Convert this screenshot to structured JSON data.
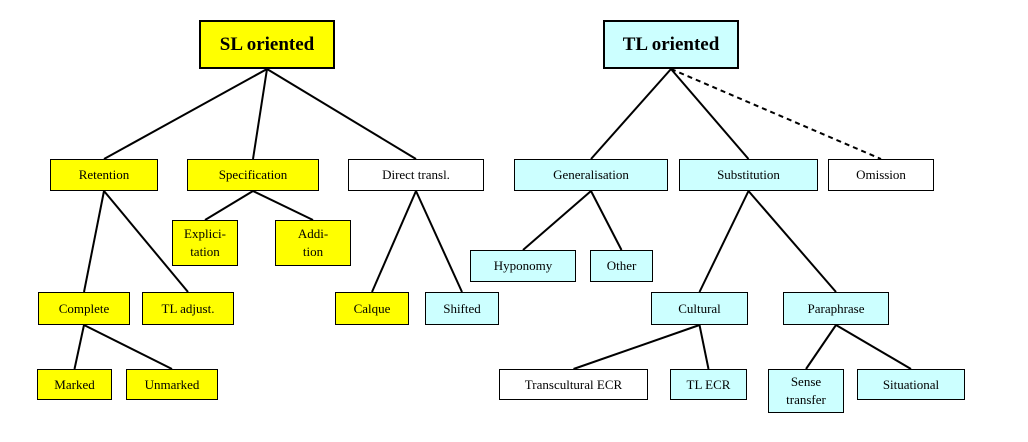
{
  "colors": {
    "sl_fill": "#ffff00",
    "tl_fill": "#ccffff",
    "plain_fill": "#ffffff",
    "line": "#000000"
  },
  "roots": {
    "sl": "SL oriented",
    "tl": "TL oriented"
  },
  "nodes": {
    "retention": "Retention",
    "specification": "Specification",
    "direct_transl": "Direct transl.",
    "explicitation": "Explici-\ntation",
    "addition": "Addi-\ntion",
    "complete": "Complete",
    "tl_adjust": "TL adjust.",
    "marked": "Marked",
    "unmarked": "Unmarked",
    "calque": "Calque",
    "shifted": "Shifted",
    "generalisation": "Generalisation",
    "substitution": "Substitution",
    "omission": "Omission",
    "hyponomy": "Hyponomy",
    "other": "Other",
    "cultural": "Cultural",
    "paraphrase": "Paraphrase",
    "transcultural_ecr": "Transcultural ECR",
    "tl_ecr": "TL ECR",
    "sense_transfer": "Sense\ntransfer",
    "situational": "Situational"
  },
  "node_styles": {
    "title-sl": "sl",
    "title-tl": "tl",
    "n-retention": "sl",
    "n-specification": "sl",
    "n-directtransl": "plain",
    "n-explicitation": "sl",
    "n-addition": "sl",
    "n-complete": "sl",
    "n-tladjust": "sl",
    "n-marked": "sl",
    "n-unmarked": "sl",
    "n-calque": "sl",
    "n-shifted": "tl",
    "n-generalisation": "tl",
    "n-substitution": "tl",
    "n-omission": "plain",
    "n-hyponomy": "tl",
    "n-other": "tl",
    "n-cultural": "tl",
    "n-paraphrase": "tl",
    "n-transcultural": "plain",
    "n-tlecr": "tl",
    "n-sensetransfer": "tl",
    "n-situational": "tl"
  },
  "edges": [
    [
      "title-sl",
      "n-retention",
      "solid"
    ],
    [
      "title-sl",
      "n-specification",
      "solid"
    ],
    [
      "title-sl",
      "n-directtransl",
      "solid"
    ],
    [
      "n-specification",
      "n-explicitation",
      "solid"
    ],
    [
      "n-specification",
      "n-addition",
      "solid"
    ],
    [
      "n-retention",
      "n-complete",
      "solid"
    ],
    [
      "n-retention",
      "n-tladjust",
      "solid"
    ],
    [
      "n-complete",
      "n-marked",
      "solid"
    ],
    [
      "n-complete",
      "n-unmarked",
      "solid"
    ],
    [
      "n-directtransl",
      "n-calque",
      "solid"
    ],
    [
      "n-directtransl",
      "n-shifted",
      "solid"
    ],
    [
      "title-tl",
      "n-generalisation",
      "solid"
    ],
    [
      "title-tl",
      "n-substitution",
      "solid"
    ],
    [
      "title-tl",
      "n-omission",
      "dashed"
    ],
    [
      "n-generalisation",
      "n-hyponomy",
      "solid"
    ],
    [
      "n-generalisation",
      "n-other",
      "solid"
    ],
    [
      "n-substitution",
      "n-cultural",
      "solid"
    ],
    [
      "n-substitution",
      "n-paraphrase",
      "solid"
    ],
    [
      "n-cultural",
      "n-transcultural",
      "solid"
    ],
    [
      "n-cultural",
      "n-tlecr",
      "solid"
    ],
    [
      "n-paraphrase",
      "n-sensetransfer",
      "solid"
    ],
    [
      "n-paraphrase",
      "n-situational",
      "solid"
    ]
  ]
}
